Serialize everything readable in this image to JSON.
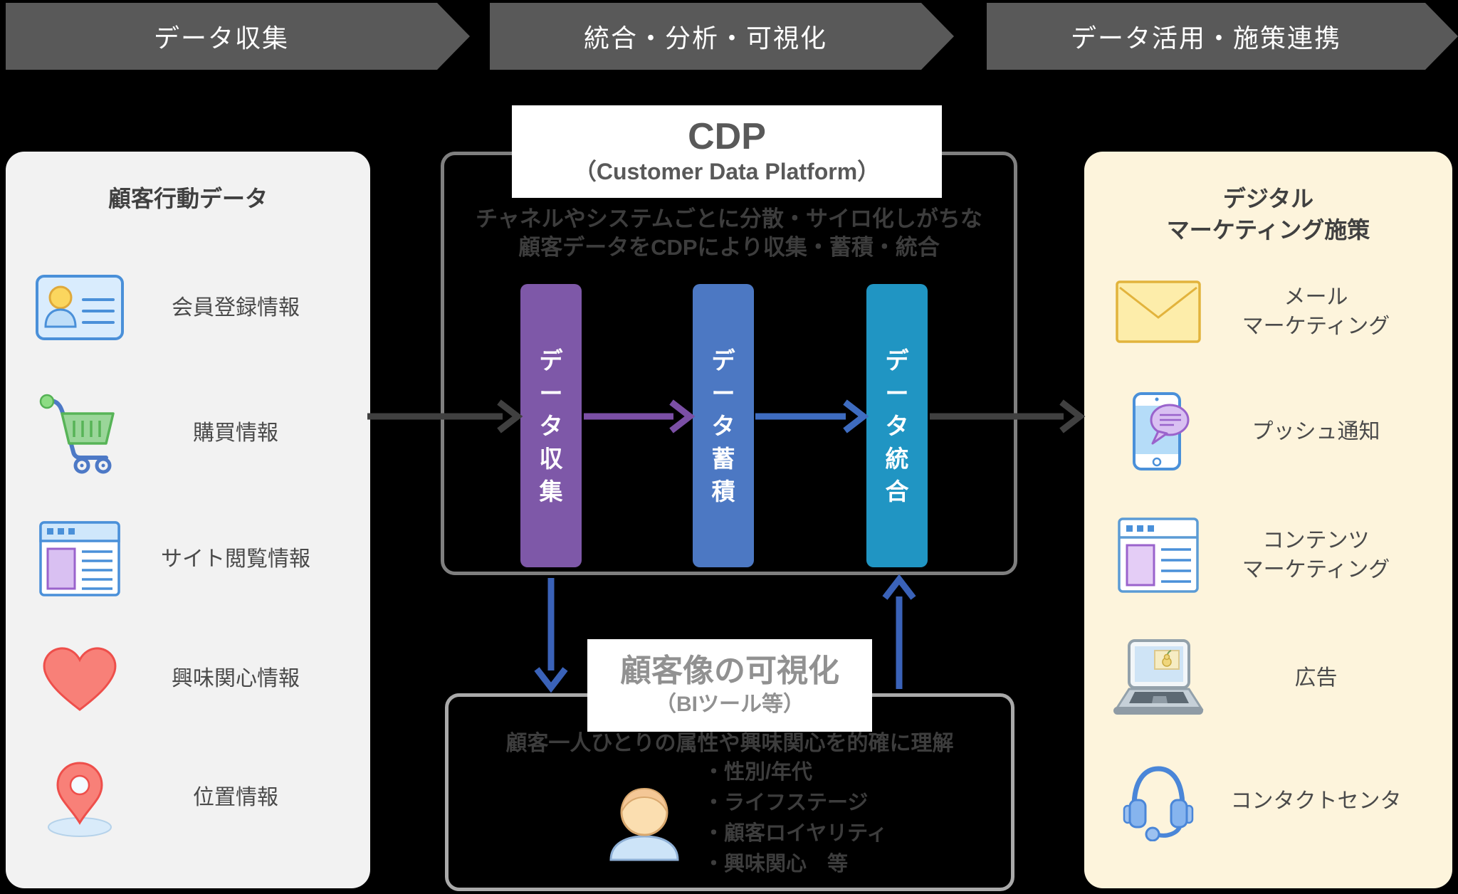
{
  "colors": {
    "background": "#000000",
    "banner_bg": "#595959",
    "banner_text": "#ffffff",
    "left_panel_bg": "#f2f2f2",
    "right_panel_bg": "#fdf4dc",
    "title_text": "#404040",
    "item_text": "#4a4a4a",
    "cdp_border": "#7f7f7f",
    "viz_border": "#a9a9a9",
    "cdp_text": "#595959",
    "viz_title_text": "#919191",
    "desc_text": "#3d3d3d",
    "pillar_collect": "#7e58a8",
    "pillar_store": "#4c78c3",
    "pillar_unify": "#2095c3",
    "pillar_text": "#ffffff",
    "arrow_dark": "#404040",
    "arrow_purple": "#7b4fa5",
    "arrow_blue": "#3e6cc0",
    "arrow_royal": "#3a62b8"
  },
  "banners": [
    {
      "label": "データ収集"
    },
    {
      "label": "統合・分析・可視化"
    },
    {
      "label": "データ活用・施策連携"
    }
  ],
  "left_panel": {
    "title": "顧客行動データ",
    "items": [
      {
        "icon": "id-card-icon",
        "label": "会員登録情報"
      },
      {
        "icon": "shopping-cart-icon",
        "label": "購買情報"
      },
      {
        "icon": "browser-icon",
        "label": "サイト閲覧情報"
      },
      {
        "icon": "heart-icon",
        "label": "興味関心情報"
      },
      {
        "icon": "map-pin-icon",
        "label": "位置情報"
      }
    ]
  },
  "cdp": {
    "title": "CDP",
    "subtitle": "（Customer Data Platform）",
    "description_line1": "チャネルやシステムごとに分散・サイロ化しがちな",
    "description_line2": "顧客データをCDPにより収集・蓄積・統合",
    "pillars": [
      {
        "label": "データ収集"
      },
      {
        "label": "データ蓄積"
      },
      {
        "label": "データ統合"
      }
    ]
  },
  "visualization": {
    "title": "顧客像の可視化",
    "subtitle": "（BIツール等）",
    "description": "顧客一人ひとりの属性や興味関心を的確に理解",
    "bullets": [
      "・性別/年代",
      "・ライフステージ",
      "・顧客ロイヤリティ",
      "・興味関心　等"
    ]
  },
  "right_panel": {
    "title": "デジタル\nマーケティング施策",
    "items": [
      {
        "icon": "mail-icon",
        "label": "メール\nマーケティング"
      },
      {
        "icon": "push-notification-icon",
        "label": "プッシュ通知"
      },
      {
        "icon": "content-browser-icon",
        "label": "コンテンツ\nマーケティング"
      },
      {
        "icon": "laptop-ad-icon",
        "label": "広告"
      },
      {
        "icon": "headset-icon",
        "label": "コンタクトセンタ"
      }
    ]
  }
}
